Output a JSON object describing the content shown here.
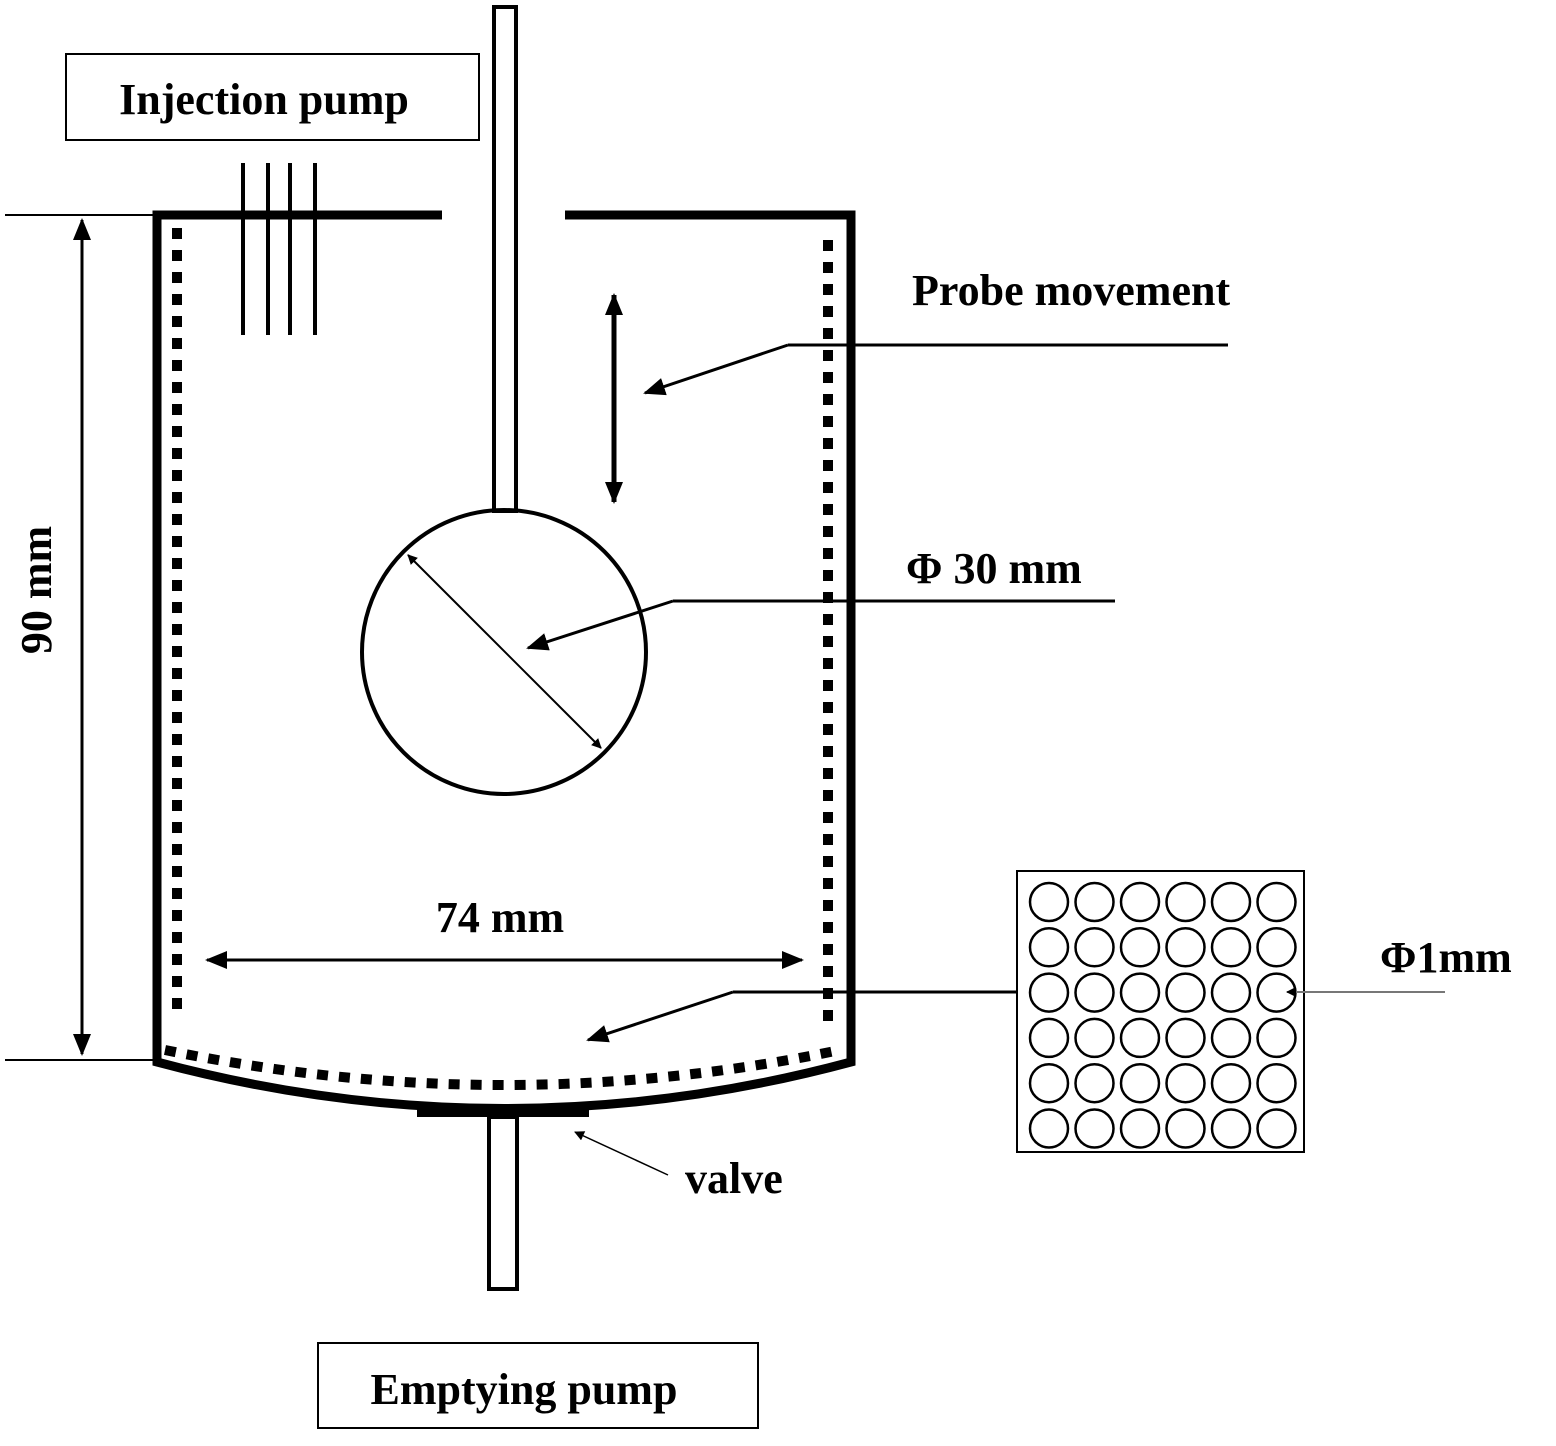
{
  "labels": {
    "injection_pump": "Injection pump",
    "probe_movement": "Probe movement",
    "probe_diameter": "Φ 30 mm",
    "height": "90 mm",
    "width": "74 mm",
    "hole_diameter": "Φ1mm",
    "valve": "valve",
    "emptying_pump": "Emptying pump"
  },
  "perforated_plate": {
    "rows": 6,
    "columns": 6
  },
  "colors": {
    "line": "#000000",
    "background": "#ffffff",
    "pointer_line": "#888888"
  }
}
